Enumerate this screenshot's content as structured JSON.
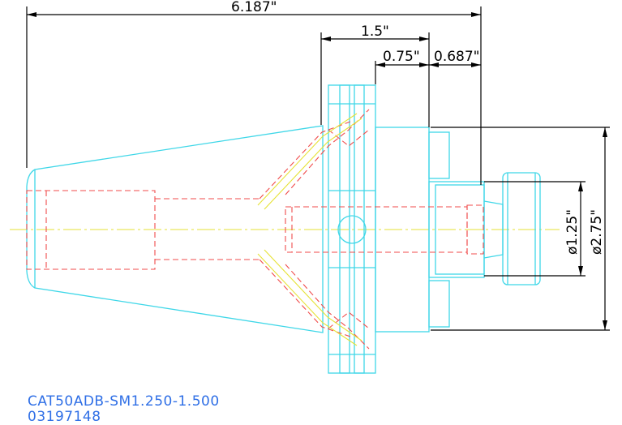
{
  "dimensions": {
    "overall_length": "6.187\"",
    "body_length": "1.5\"",
    "flange_width": "0.75\"",
    "gauge_offset": "0.687\"",
    "pilot_diameter": "ø1.25\"",
    "body_diameter": "ø2.75\""
  },
  "labels": {
    "part_number": "CAT50ADB-SM1.250-1.500",
    "catalog_number": "03197148"
  },
  "colors": {
    "outline": "#3fd7e8",
    "hidden_lines": "#f04b4b",
    "centerline": "#e6e236",
    "dimension_lines": "#000000",
    "caption_text": "#2f6fe6"
  }
}
